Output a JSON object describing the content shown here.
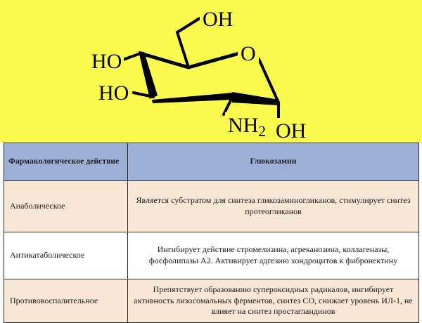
{
  "background": {
    "molecule_panel_color": "#fcfc50",
    "page_color": "#ffffff"
  },
  "molecule": {
    "name": "glucosamine-structure",
    "compound": "Глюкозамин",
    "projection": "haworth-chair",
    "bond_color": "#000000",
    "labels": {
      "hydroxymethyl_oh": "OH",
      "c4_ho": "HO",
      "c3_ho": "HO",
      "ring_o": "O",
      "amine_n": "NH",
      "amine_sub": "2",
      "anomeric_oh": "OH"
    }
  },
  "table": {
    "name": "pharmacological-action-table",
    "header_bg": "#9db0d6",
    "row_alt_bg": "#fae6d5",
    "border_color": "#2b2b2b",
    "columns": [
      "Фармакологическое действие",
      "Глюкозамин"
    ],
    "rows": [
      {
        "action": "Анаболическое",
        "effect": "Является субстратом для синтеза гликозаминогликанов, стимулирует синтез протеогликанов"
      },
      {
        "action": "Антикатаболическое",
        "effect": "Ингибирует действие стромелизина, агреканозина, коллагеназы, фосфолипазы А2. Активирует адгезию хондроцитов к фибронектину"
      },
      {
        "action": "Противовоспалительное",
        "effect": "Препятствует образованию супероксидных радикалов, ингибирует активность лизосомальных ферментов, синтез СО, снижает уровень ИЛ-1, не влияет на синтез простагландинов"
      }
    ]
  }
}
